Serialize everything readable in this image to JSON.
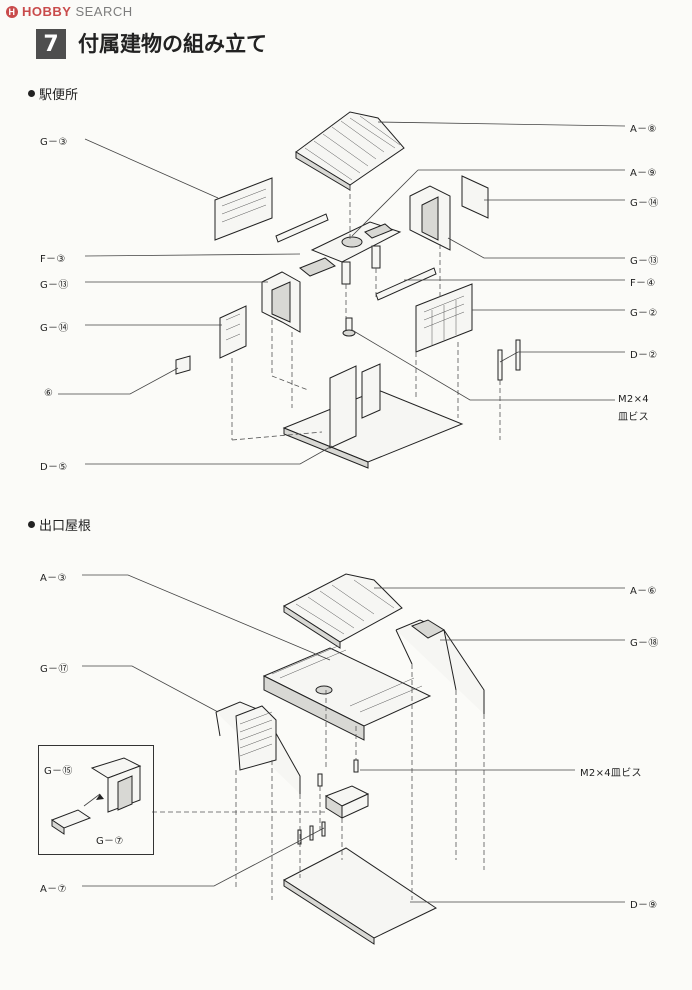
{
  "watermark": {
    "brand_a": "HOBBY",
    "brand_b": "SEARCH"
  },
  "step": {
    "number": "7",
    "title": "付属建物の組み立て"
  },
  "sections": {
    "station_toilet": "駅便所",
    "exit_roof": "出口屋根"
  },
  "callouts_top": {
    "a8": "A－⑧",
    "a9": "A－⑨",
    "g14r": "G－⑭",
    "g13r": "G－⑬",
    "f4": "F－④",
    "g2": "G－②",
    "d2": "D－②",
    "m24_line1": "M2×4",
    "m24_line2": "皿ビス",
    "g3": "G－③",
    "f3": "F－③",
    "g13l": "G－⑬",
    "g14l": "G－⑭",
    "six": "⑥",
    "d5": "D－⑤"
  },
  "callouts_bottom": {
    "a3": "A－③",
    "a6": "A－⑥",
    "g18": "G－⑱",
    "g17": "G－⑰",
    "m24": "M2×4皿ビス",
    "g15": "G－⑮",
    "g7": "G－⑦",
    "a7": "A－⑦",
    "d9": "D－⑨"
  },
  "colors": {
    "ink": "#222222",
    "watermark": "#c94b4b",
    "step_box": "#4e4e4e"
  }
}
